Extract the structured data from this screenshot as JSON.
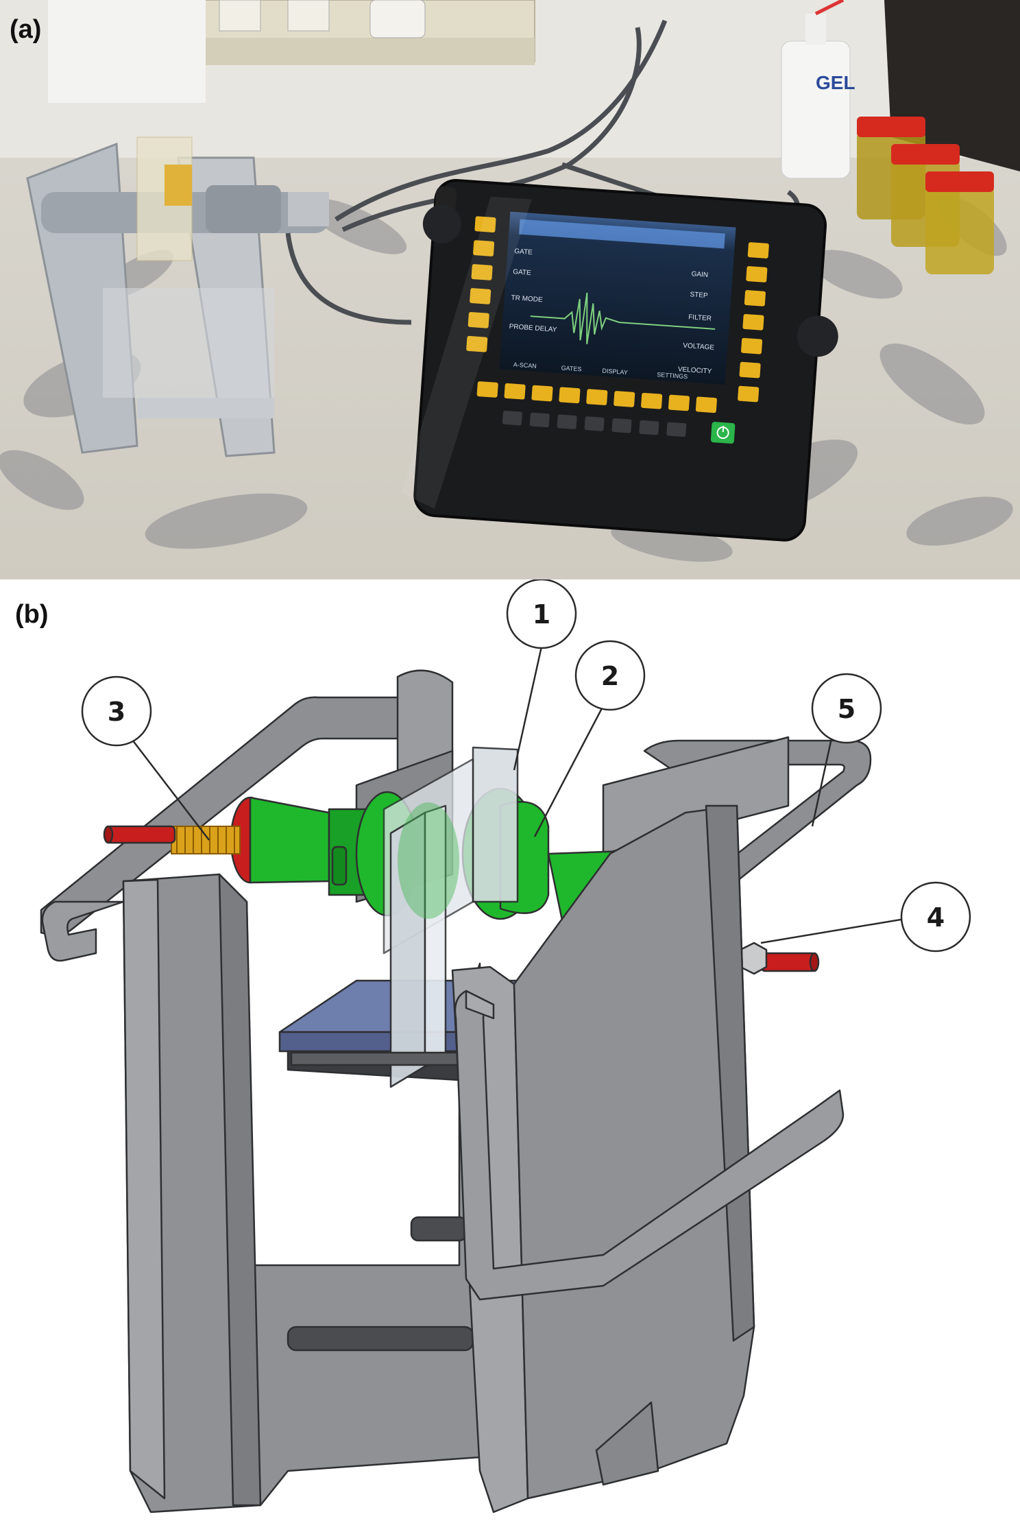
{
  "panel_a": {
    "label": "(a)",
    "gel_bottle_text": "GEL",
    "device": {
      "left_softkeys": [
        "GATE",
        "GATE",
        "TR MODE",
        "PROBE DELAY"
      ],
      "right_softkeys": [
        "GAIN",
        "STEP",
        "FILTER",
        "VOLTAGE",
        "VELOCITY"
      ],
      "bottom_tabs": [
        "A-SCAN",
        "GATES",
        "DISPLAY",
        "SETTINGS"
      ],
      "power_icon": "power-icon"
    }
  },
  "panel_b": {
    "label": "(b)",
    "callouts": [
      "1",
      "2",
      "3",
      "4",
      "5"
    ]
  },
  "colors": {
    "frame_gray": "#8c8e91",
    "transducer_green": "#1fb82c",
    "spring_yellow": "#d9a21a",
    "end_cap_red": "#c81e1e",
    "base_plate_blue": "#6e7fae"
  }
}
